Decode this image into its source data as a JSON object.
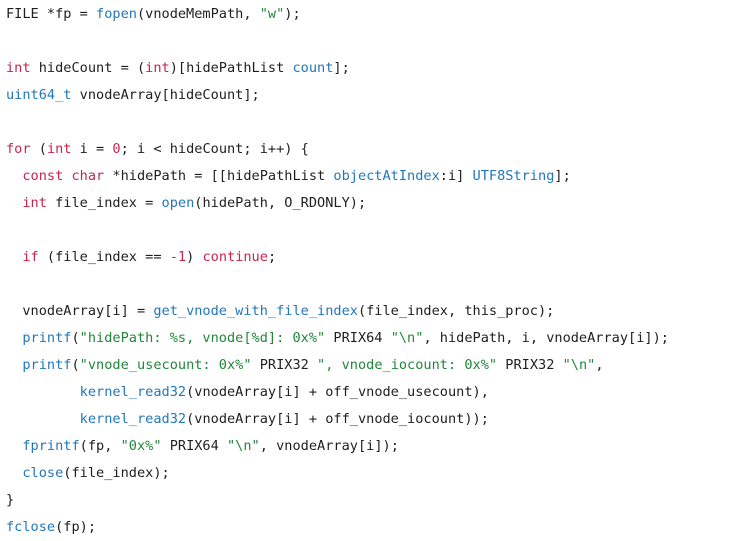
{
  "code": {
    "language": "objective-c",
    "lines": [
      [
        [
          "plain",
          "FILE *fp = "
        ],
        [
          "func",
          "fopen"
        ],
        [
          "plain",
          "(vnodeMemPath, "
        ],
        [
          "string",
          "\"w\""
        ],
        [
          "plain",
          ");"
        ]
      ],
      [],
      [
        [
          "keyword",
          "int"
        ],
        [
          "plain",
          " hideCount = ("
        ],
        [
          "keyword",
          "int"
        ],
        [
          "plain",
          ")[hidePathList "
        ],
        [
          "func",
          "count"
        ],
        [
          "plain",
          "];"
        ]
      ],
      [
        [
          "type",
          "uint64_t"
        ],
        [
          "plain",
          " vnodeArray[hideCount];"
        ]
      ],
      [],
      [
        [
          "keyword",
          "for"
        ],
        [
          "plain",
          " ("
        ],
        [
          "keyword",
          "int"
        ],
        [
          "plain",
          " i = "
        ],
        [
          "number",
          "0"
        ],
        [
          "plain",
          "; i < hideCount; i++) {"
        ]
      ],
      [
        [
          "plain",
          "  "
        ],
        [
          "keyword",
          "const"
        ],
        [
          "plain",
          " "
        ],
        [
          "keyword",
          "char"
        ],
        [
          "plain",
          " *hidePath = [[hidePathList "
        ],
        [
          "func",
          "objectAtIndex"
        ],
        [
          "plain",
          ":i] "
        ],
        [
          "func",
          "UTF8String"
        ],
        [
          "plain",
          "];"
        ]
      ],
      [
        [
          "plain",
          "  "
        ],
        [
          "keyword",
          "int"
        ],
        [
          "plain",
          " file_index = "
        ],
        [
          "func",
          "open"
        ],
        [
          "plain",
          "(hidePath, O_RDONLY);"
        ]
      ],
      [],
      [
        [
          "plain",
          "  "
        ],
        [
          "keyword",
          "if"
        ],
        [
          "plain",
          " (file_index == "
        ],
        [
          "number",
          "-1"
        ],
        [
          "plain",
          ") "
        ],
        [
          "keyword",
          "continue"
        ],
        [
          "plain",
          ";"
        ]
      ],
      [],
      [
        [
          "plain",
          "  vnodeArray[i] = "
        ],
        [
          "func",
          "get_vnode_with_file_index"
        ],
        [
          "plain",
          "(file_index, this_proc);"
        ]
      ],
      [
        [
          "plain",
          "  "
        ],
        [
          "func",
          "printf"
        ],
        [
          "plain",
          "("
        ],
        [
          "string",
          "\"hidePath: %s, vnode[%d]: 0x%\""
        ],
        [
          "plain",
          " PRIX64 "
        ],
        [
          "string",
          "\"\\n\""
        ],
        [
          "plain",
          ", hidePath, i, vnodeArray[i]);"
        ]
      ],
      [
        [
          "plain",
          "  "
        ],
        [
          "func",
          "printf"
        ],
        [
          "plain",
          "("
        ],
        [
          "string",
          "\"vnode_usecount: 0x%\""
        ],
        [
          "plain",
          " PRIX32 "
        ],
        [
          "string",
          "\", vnode_iocount: 0x%\""
        ],
        [
          "plain",
          " PRIX32 "
        ],
        [
          "string",
          "\"\\n\""
        ],
        [
          "plain",
          ","
        ]
      ],
      [
        [
          "plain",
          "         "
        ],
        [
          "func",
          "kernel_read32"
        ],
        [
          "plain",
          "(vnodeArray[i] + off_vnode_usecount),"
        ]
      ],
      [
        [
          "plain",
          "         "
        ],
        [
          "func",
          "kernel_read32"
        ],
        [
          "plain",
          "(vnodeArray[i] + off_vnode_iocount));"
        ]
      ],
      [
        [
          "plain",
          "  "
        ],
        [
          "func",
          "fprintf"
        ],
        [
          "plain",
          "(fp, "
        ],
        [
          "string",
          "\"0x%\""
        ],
        [
          "plain",
          " PRIX64 "
        ],
        [
          "string",
          "\"\\n\""
        ],
        [
          "plain",
          ", vnodeArray[i]);"
        ]
      ],
      [
        [
          "plain",
          "  "
        ],
        [
          "func",
          "close"
        ],
        [
          "plain",
          "(file_index);"
        ]
      ],
      [
        [
          "plain",
          "}"
        ]
      ],
      [
        [
          "func",
          "fclose"
        ],
        [
          "plain",
          "(fp);"
        ]
      ]
    ]
  }
}
